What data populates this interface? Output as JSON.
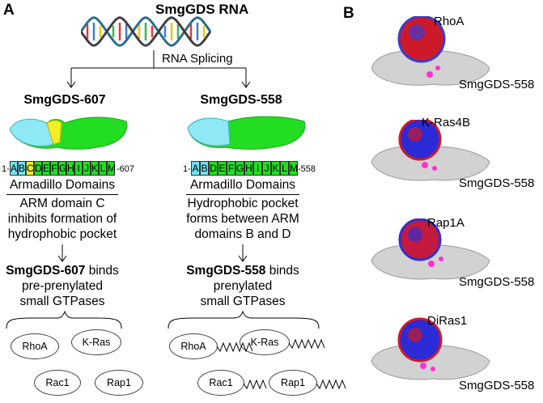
{
  "panel_a": {
    "letter": "A",
    "rna_title": "SmgGDS  RNA",
    "splicing_label": "RNA Splicing",
    "left": {
      "isoform": "SmgGDS-607",
      "arm_start": "1-",
      "arm_end": "-607",
      "segments": [
        "A",
        "B",
        "C",
        "D",
        "E",
        "F",
        "G",
        "H",
        "I",
        "J",
        "K",
        "L",
        "M"
      ],
      "segment_colors": [
        "#6fe0f0",
        "#6fe0f0",
        "#f2f020",
        "#22dd22",
        "#22dd22",
        "#22dd22",
        "#22dd22",
        "#22dd22",
        "#22dd22",
        "#22dd22",
        "#22dd22",
        "#22dd22",
        "#22dd22"
      ],
      "domains_label": "Armadillo Domains",
      "description": [
        "ARM domain C",
        "inhibits formation of",
        "hydrophobic pocket"
      ],
      "binds_bold": "SmgGDS-607",
      "binds_rest": " binds",
      "binds_lines": [
        "pre-prenylated",
        "small GTPases"
      ],
      "gtpases": [
        {
          "label": "RhoA",
          "color": "#33d6d6",
          "prenylated": false
        },
        {
          "label": "K-Ras",
          "color": "#c79ae6",
          "prenylated": false
        },
        {
          "label": "Rac1",
          "color": "#f2ea22",
          "prenylated": false
        },
        {
          "label": "Rap1",
          "color": "#f07f12",
          "prenylated": false
        }
      ]
    },
    "right": {
      "isoform": "SmgGDS-558",
      "arm_start": "1-",
      "arm_end": "-558",
      "segments": [
        "A",
        "B",
        "D",
        "E",
        "F",
        "G",
        "H",
        "I",
        "J",
        "K",
        "L",
        "M"
      ],
      "segment_colors": [
        "#6fe0f0",
        "#6fe0f0",
        "#22dd22",
        "#22dd22",
        "#22dd22",
        "#22dd22",
        "#22dd22",
        "#22dd22",
        "#22dd22",
        "#22dd22",
        "#22dd22",
        "#22dd22"
      ],
      "domains_label": "Armadillo Domains",
      "description": [
        "Hydrophobic pocket",
        "forms between ARM",
        "domains B and D"
      ],
      "binds_bold": "SmgGDS-558",
      "binds_rest": " binds",
      "binds_lines": [
        "prenylated",
        "small GTPases"
      ],
      "gtpases": [
        {
          "label": "RhoA",
          "color": "#33d6d6",
          "prenylated": true
        },
        {
          "label": "K-Ras",
          "color": "#c79ae6",
          "prenylated": true
        },
        {
          "label": "Rac1",
          "color": "#f2ea22",
          "prenylated": true
        },
        {
          "label": "Rap1",
          "color": "#f07f12",
          "prenylated": true
        }
      ]
    }
  },
  "panel_b": {
    "letter": "B",
    "complexes": [
      {
        "gtpase": "RhoA",
        "partner": "SmgGDS-558"
      },
      {
        "gtpase": "K-Ras4B",
        "partner": "SmgGDS-558"
      },
      {
        "gtpase": "Rap1A",
        "partner": "SmgGDS-558"
      },
      {
        "gtpase": "DiRas1",
        "partner": "SmgGDS-558"
      }
    ]
  }
}
